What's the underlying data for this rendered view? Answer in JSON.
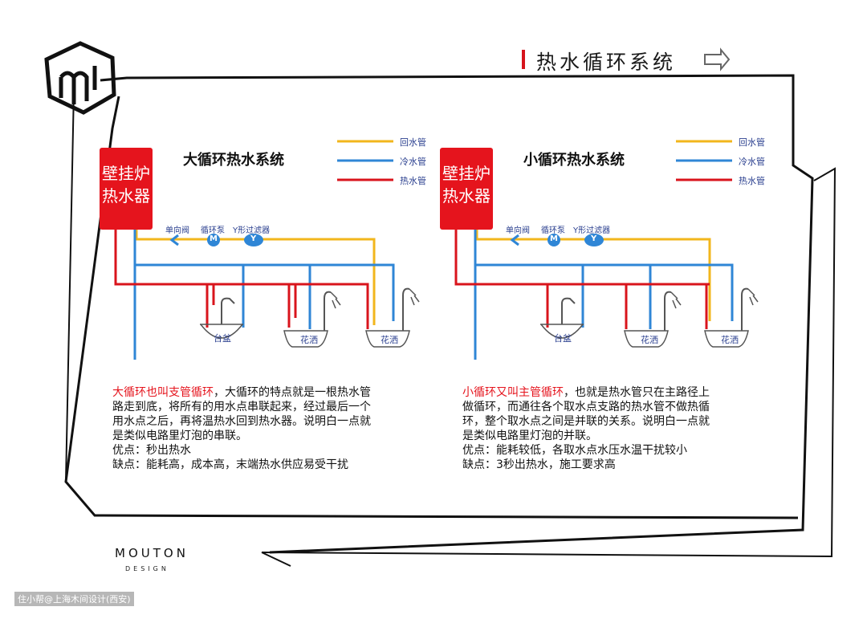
{
  "page": {
    "title": "热水循环系统",
    "brand": "MOUTON",
    "brand_sub": "DESIGN",
    "watermark": "住小帮@上海木间设计(西安)"
  },
  "colors": {
    "return_pipe": "#f2b61c",
    "cold_pipe": "#2f86d6",
    "hot_pipe": "#d9141c",
    "boiler": "#e5141d",
    "accent": "#d6141c"
  },
  "legend": [
    {
      "label": "回水管",
      "color": "#f2b61c"
    },
    {
      "label": "冷水管",
      "color": "#2f86d6"
    },
    {
      "label": "热水管",
      "color": "#d9141c"
    }
  ],
  "left": {
    "title": "大循环热水系统",
    "boiler_line1": "壁挂炉",
    "boiler_line2": "热水器",
    "valve_label": "单向阀",
    "pump_label": "循环泵",
    "pump_symbol": "M",
    "filter_label": "Y形过滤器",
    "filter_symbol": "Y",
    "fixture_basin": "台盆",
    "fixture_shower1": "花洒",
    "fixture_shower2": "花洒",
    "desc_highlight": "大循环也叫支管循环",
    "desc_line1_rest": "，大循环的特点就是一根热水管",
    "desc_line2": "路走到底，将所有的用水点串联起来，经过最后一个",
    "desc_line3": "用水点之后，再将温热水回到热水器。说明白一点就",
    "desc_line4": "是类似电路里灯泡的串联。",
    "pros": "优点：秒出热水",
    "cons": "缺点：能耗高，成本高，末端热水供应易受干扰"
  },
  "right": {
    "title": "小循环热水系统",
    "boiler_line1": "壁挂炉",
    "boiler_line2": "热水器",
    "valve_label": "单向阀",
    "pump_label": "循环泵",
    "pump_symbol": "M",
    "filter_label": "Y形过滤器",
    "filter_symbol": "Y",
    "fixture_basin": "台盆",
    "fixture_shower1": "花洒",
    "fixture_shower2": "花洒",
    "desc_highlight": "小循环又叫主管循环",
    "desc_line1_rest": "，也就是热水管只在主路径上",
    "desc_line2": "做循环，而通往各个取水点支路的热水管不做热循",
    "desc_line3": "环，整个取水点之间是并联的关系。说明白一点就",
    "desc_line4": "是类似电路里灯泡的并联。",
    "pros": "优点：能耗较低，各取水点水压水温干扰较小",
    "cons": "缺点：3秒出热水，施工要求高"
  }
}
